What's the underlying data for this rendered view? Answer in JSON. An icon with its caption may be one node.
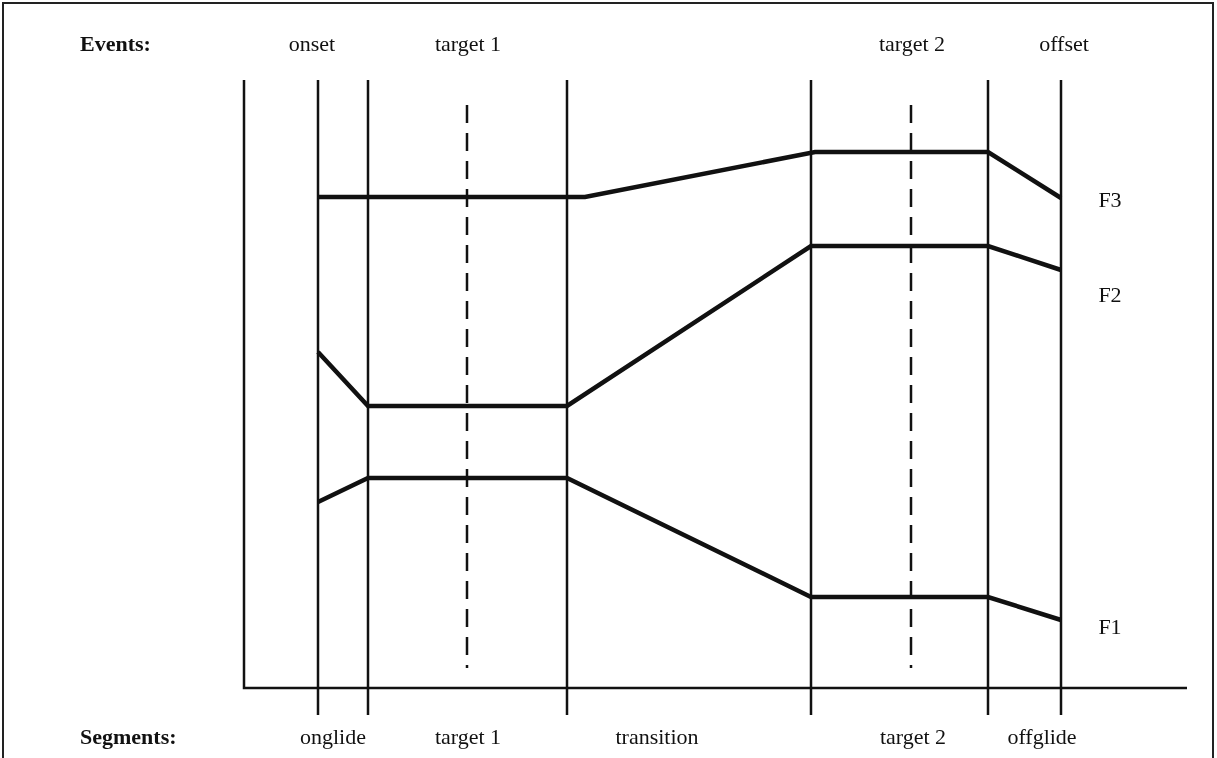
{
  "diagram": {
    "labels": [
      "Events:",
      "onset",
      "target 1",
      "target 2",
      "offset",
      "F3",
      "F2",
      "F1",
      "Segments:",
      "onglide",
      "target 1",
      "transition",
      "target 2",
      "offglide"
    ]
  }
}
